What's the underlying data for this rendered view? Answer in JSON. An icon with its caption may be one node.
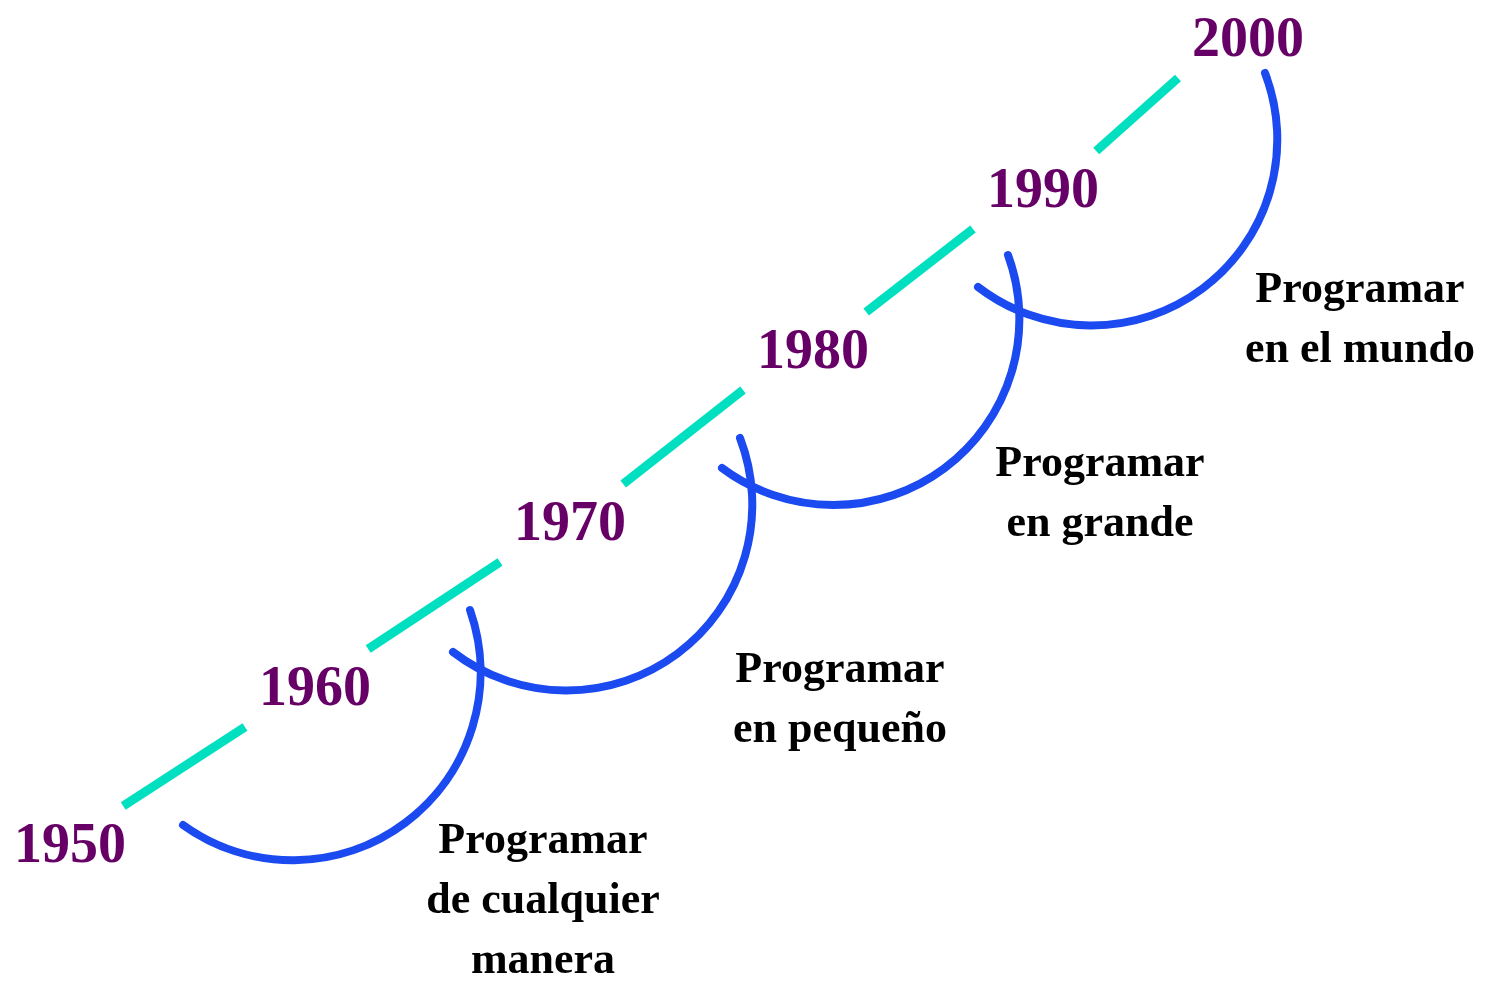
{
  "diagram": {
    "nodes": [
      {
        "text": [
          "1950"
        ]
      },
      {
        "text": [
          "1960"
        ]
      },
      {
        "text": [
          "1970"
        ]
      },
      {
        "text": [
          "1980"
        ]
      },
      {
        "text": [
          "1990"
        ]
      },
      {
        "text": [
          "2000"
        ]
      },
      {
        "text": [
          "Programar de cualquier manera"
        ]
      },
      {
        "text": [
          "Programar en pequeño"
        ]
      },
      {
        "text": [
          "Programar en grande"
        ]
      },
      {
        "text": [
          "Programar en el mundo"
        ]
      }
    ],
    "edges": [
      {
        "from": 0,
        "to": 1,
        "arrow": "none"
      },
      {
        "from": 1,
        "to": 2,
        "arrow": "none"
      },
      {
        "from": 2,
        "to": 3,
        "arrow": "none"
      },
      {
        "from": 3,
        "to": 4,
        "arrow": "none"
      },
      {
        "from": 4,
        "to": 5,
        "arrow": "none"
      }
    ]
  }
}
